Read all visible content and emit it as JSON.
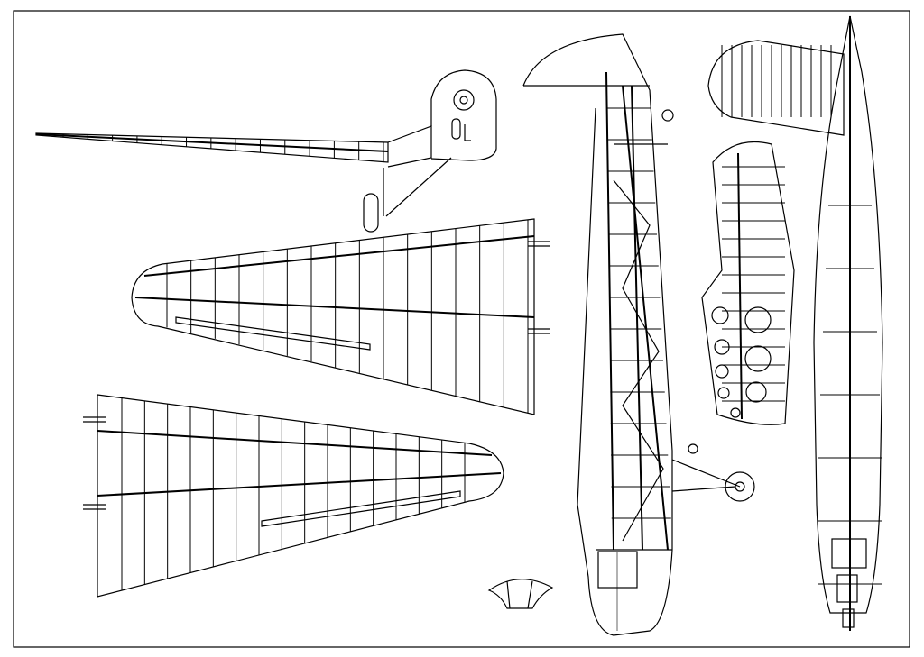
{
  "drawing": {
    "stroke_color": "#000000",
    "background_color": "#ffffff",
    "upper_wing_ribs": 16,
    "lower_wing_ribs": 16,
    "boom_ribs": 14,
    "fuselage_side_bays": 14,
    "fuselage_top_bays": 8
  }
}
